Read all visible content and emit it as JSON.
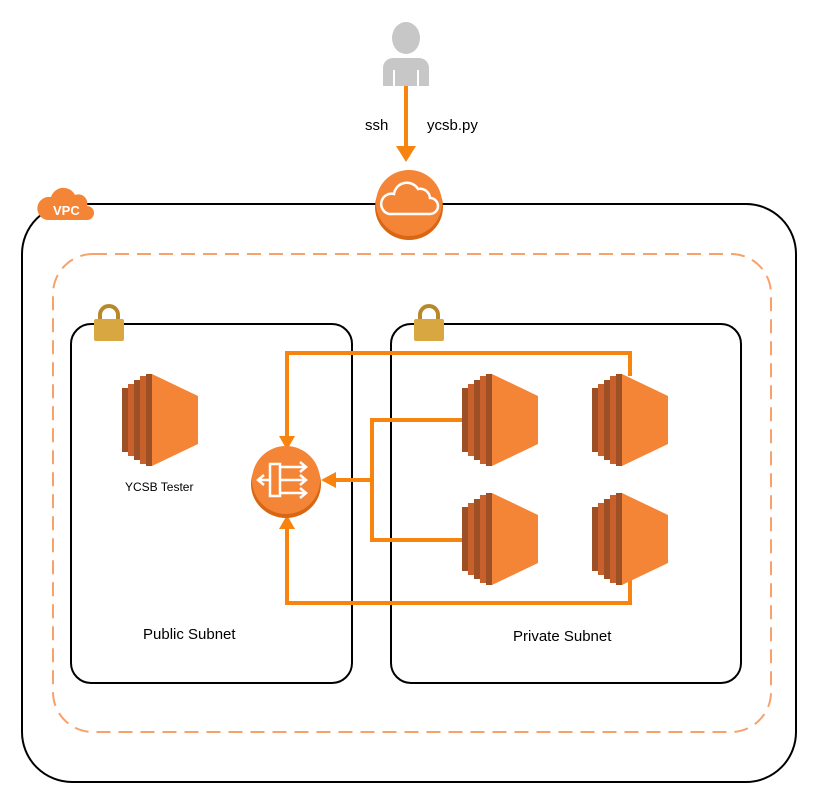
{
  "labels": {
    "ssh": "ssh",
    "script": "ycsb.py",
    "vpc": "VPC",
    "tester": "YCSB Tester",
    "public_subnet": "Public Subnet",
    "private_subnet": "Private Subnet"
  },
  "icons": {
    "user": "user-icon",
    "gateway": "internet-gateway-icon",
    "vpc": "vpc-cloud-icon",
    "nat": "nat-gateway-icon",
    "instance": "ec2-instance-icon",
    "lock": "padlock-icon"
  },
  "colors": {
    "aws_orange": "#F58536",
    "orange_dark": "#D86613",
    "arrow_orange": "#F7840F",
    "instance_dark": "#9D5025",
    "instance_mid": "#C8602C",
    "lock_gold": "#D9A741",
    "user_gray": "#C7C7C7",
    "border": "#000000"
  }
}
